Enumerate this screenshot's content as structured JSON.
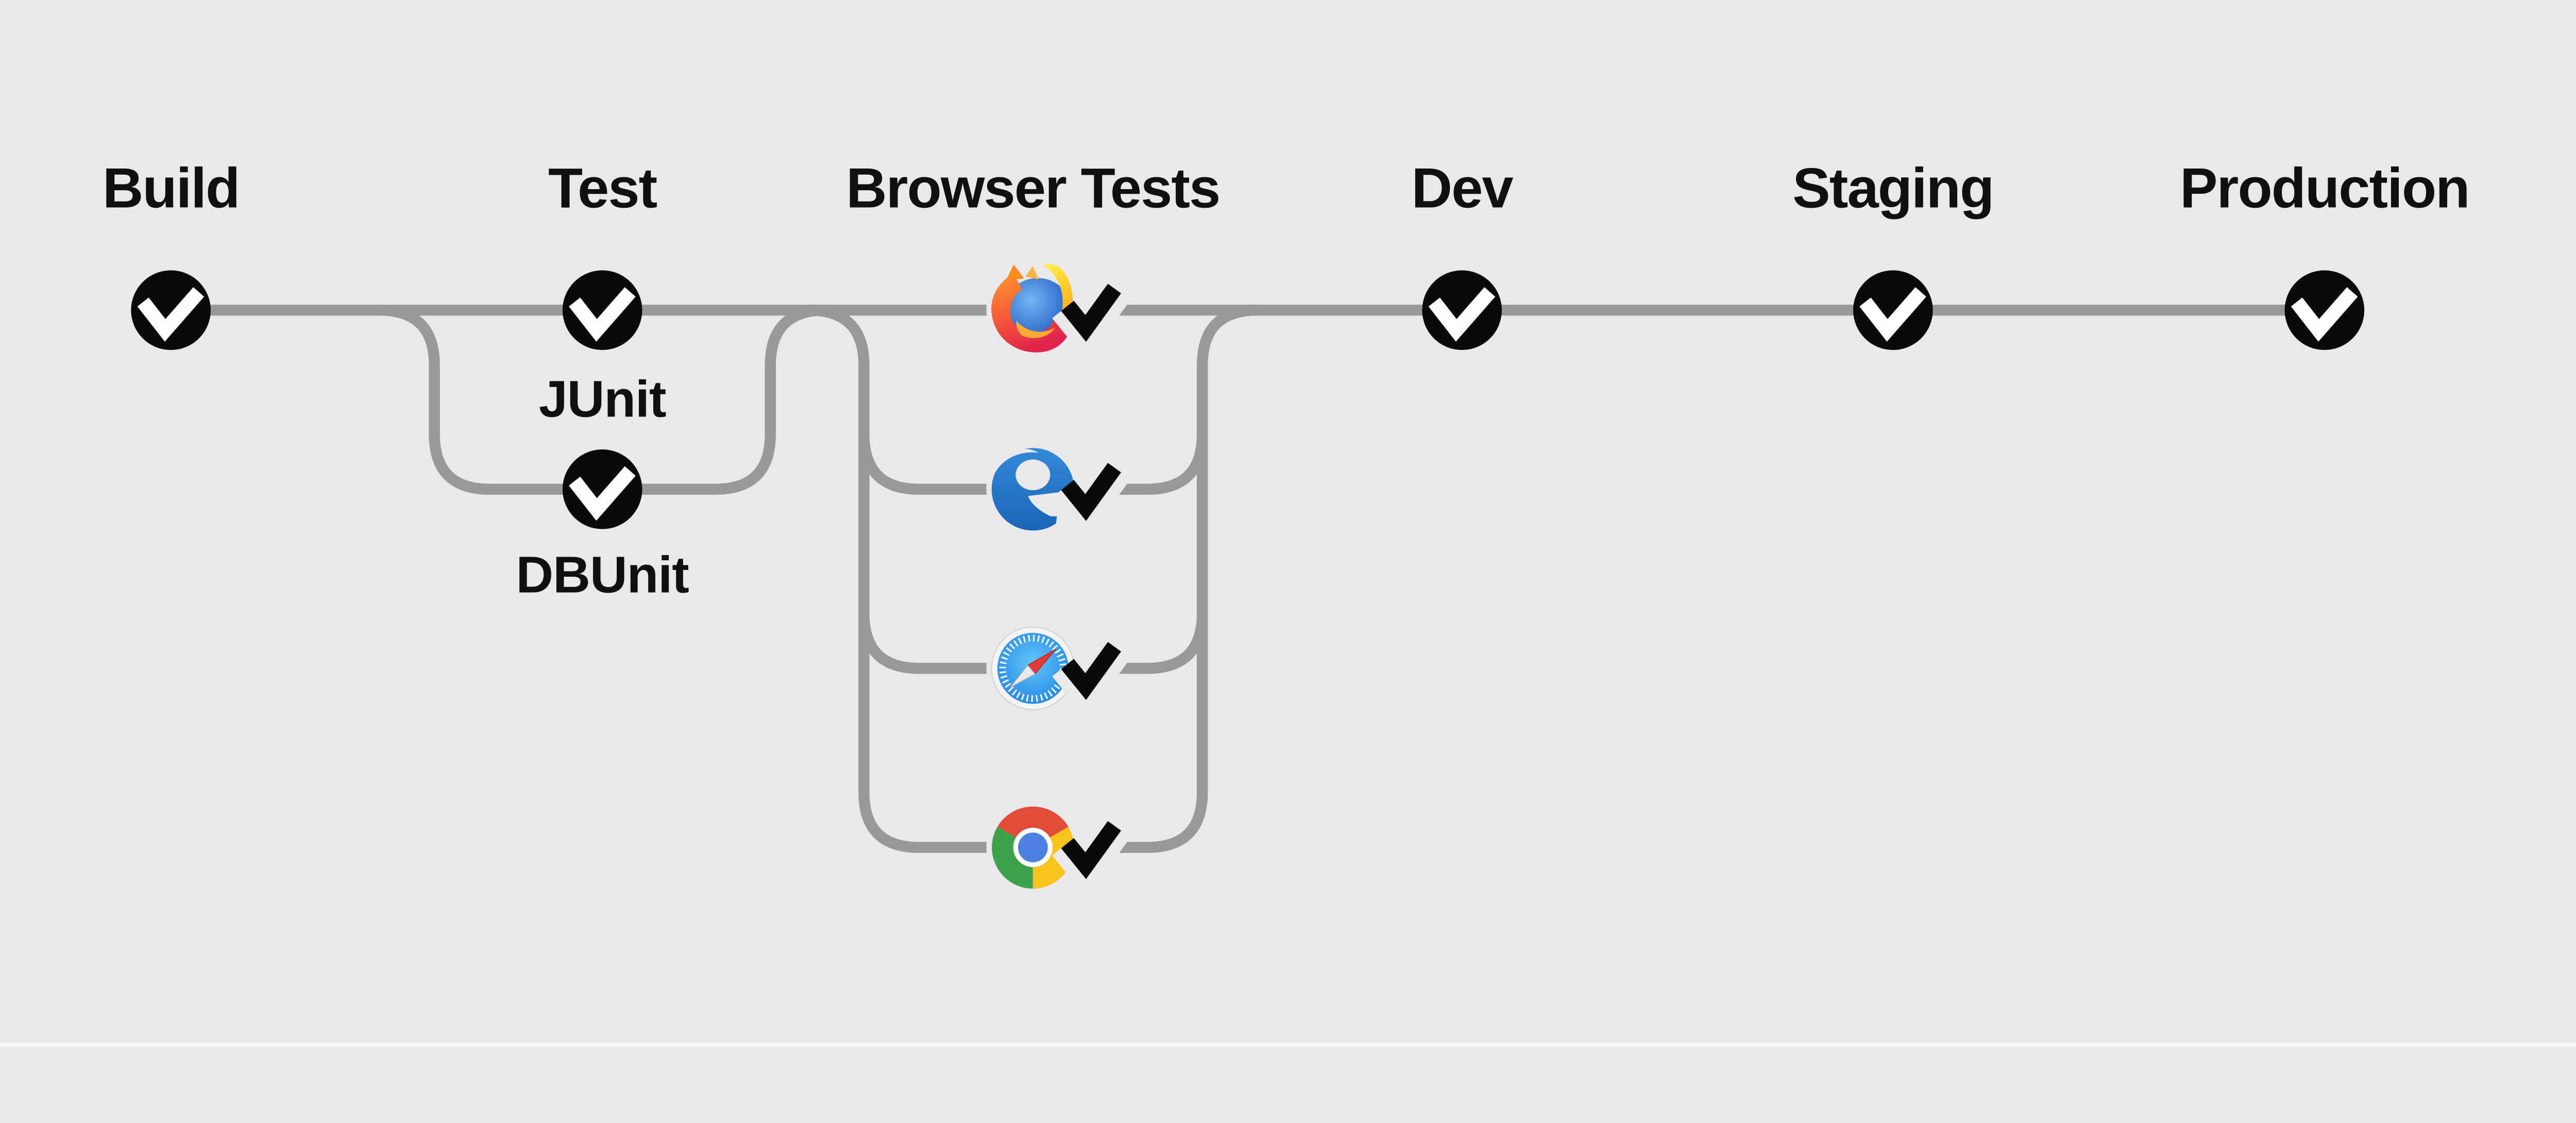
{
  "pipeline": {
    "stages": [
      {
        "label": "Build",
        "status": "passed"
      },
      {
        "label": "Test",
        "status": "passed",
        "jobs": [
          {
            "label": "JUnit",
            "status": "passed"
          },
          {
            "label": "DBUnit",
            "status": "passed"
          }
        ]
      },
      {
        "label": "Browser Tests",
        "status": "passed",
        "jobs": [
          {
            "icon": "firefox-icon",
            "status": "passed"
          },
          {
            "icon": "edge-icon",
            "status": "passed"
          },
          {
            "icon": "safari-icon",
            "status": "passed"
          },
          {
            "icon": "chrome-icon",
            "status": "passed"
          }
        ]
      },
      {
        "label": "Dev",
        "status": "passed"
      },
      {
        "label": "Staging",
        "status": "passed"
      },
      {
        "label": "Production",
        "status": "passed"
      }
    ]
  },
  "colors": {
    "background": "#e9e9eb",
    "connector": "#97999b",
    "node": "#0a0a0a",
    "node_check": "#ffffff",
    "status_check": "#0a0a0a",
    "label_text": "#101010",
    "bottom_strip": "#fafafa",
    "firefox_orange": "#ff9a2e",
    "firefox_red": "#e0224c",
    "firefox_flame_yellow": "#fff34d",
    "firefox_globe_blue": "#3a79d4",
    "edge_blue": "#2578c8",
    "safari_ring": "#f4f4f5",
    "safari_dial_blue": "#2f9df0",
    "safari_needle_red": "#e23a38",
    "chrome_red": "#e24b38",
    "chrome_green": "#3ea24d",
    "chrome_yellow": "#f8c31c",
    "chrome_blue": "#4e80df"
  }
}
